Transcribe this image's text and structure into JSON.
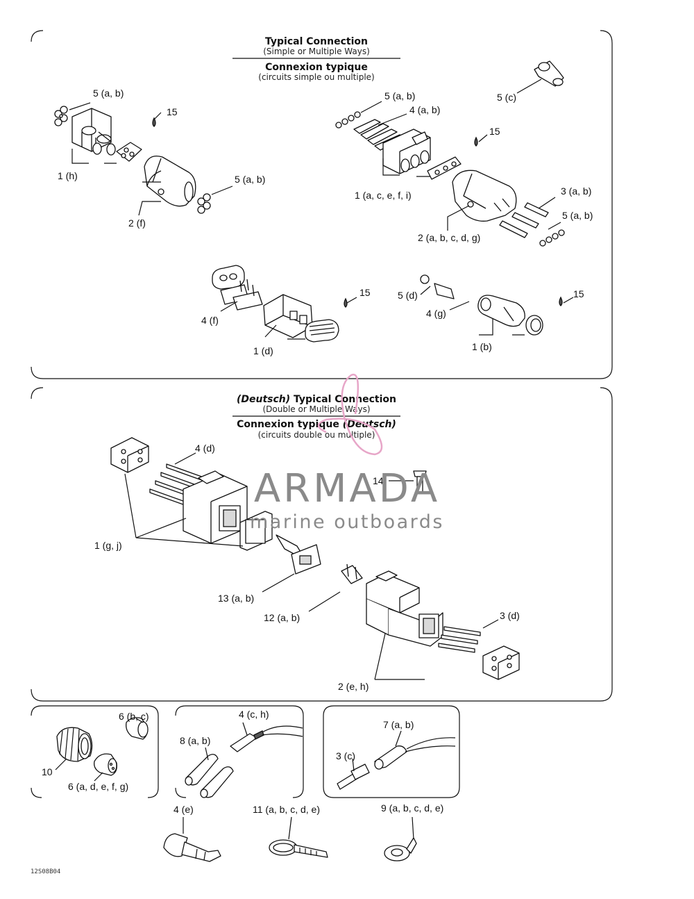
{
  "section1": {
    "title": "Typical Connection",
    "subtitle": "(Simple or Multiple Ways)",
    "title_fr": "Connexion typique",
    "subtitle_fr": "(circuits simple ou multiple)",
    "labels": {
      "l_5ab_tl": "5 (a, b)",
      "l_15_a": "15",
      "l_1h": "1 (h)",
      "l_5ab_mid": "5 (a, b)",
      "l_2f": "2 (f)",
      "l_5ab_tr": "5 (a, b)",
      "l_4ab": "4 (a, b)",
      "l_5c": "5 (c)",
      "l_15_b": "15",
      "l_1acefi": "1 (a, c, e, f, i)",
      "l_3ab": "3 (a, b)",
      "l_5ab_r": "5 (a, b)",
      "l_2abcdg": "2 (a, b, c, d, g)",
      "l_15_c": "15",
      "l_4f": "4 (f)",
      "l_1d": "1 (d)",
      "l_5d": "5 (d)",
      "l_15_d": "15",
      "l_4g": "4 (g)",
      "l_1b": "1 (b)"
    }
  },
  "section2": {
    "title_brand": "(Deutsch)",
    "title": " Typical Connection",
    "subtitle": "(Double or Multiple Ways)",
    "title_fr": "Connexion typique ",
    "title_fr_brand": "(Deutsch)",
    "subtitle_fr": "(circuits double ou multiple)",
    "labels": {
      "l_4d": "4 (d)",
      "l_14": "14",
      "l_1gj": "1 (g, j)",
      "l_13ab": "13 (a, b)",
      "l_12ab": "12 (a, b)",
      "l_3d": "3 (d)",
      "l_2eh": "2 (e, h)"
    }
  },
  "bottom": {
    "labels": {
      "l_6bc": "6 (b, c)",
      "l_10": "10",
      "l_6adefg": "6 (a, d, e, f, g)",
      "l_4ch": "4 (c, h)",
      "l_8ab": "8 (a, b)",
      "l_7ab": "7 (a, b)",
      "l_3c": "3 (c)",
      "l_4e": "4 (e)",
      "l_11": "11 (a, b, c, d, e)",
      "l_9": "9 (a, b, c, d, e)"
    }
  },
  "watermark": {
    "brand": "ARMADA",
    "tagline": "marine outboards",
    "logo_color": "#e7a6c8",
    "text_color": "#8a8a8a"
  },
  "footer": {
    "code": "12S08B04"
  }
}
